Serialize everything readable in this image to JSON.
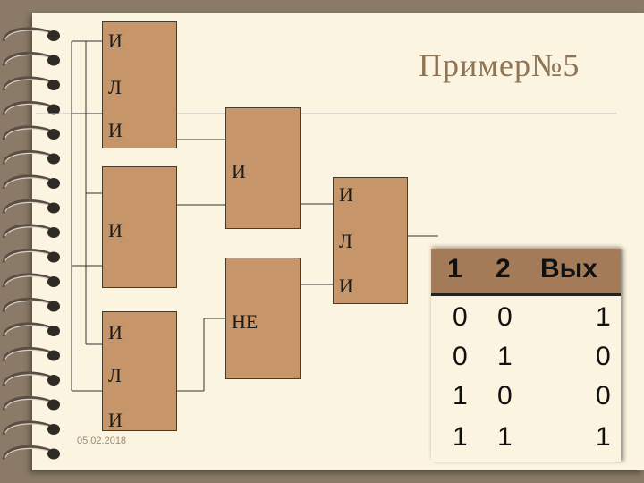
{
  "title": "Пример№5",
  "date": "05.02.2018",
  "gates": [
    {
      "id": "or1",
      "lines": [
        "И",
        "Л",
        "И"
      ]
    },
    {
      "id": "and1",
      "lines": [
        "И"
      ]
    },
    {
      "id": "or2",
      "lines": [
        "И",
        "Л",
        "И"
      ]
    },
    {
      "id": "and2",
      "lines": [
        "И"
      ]
    },
    {
      "id": "not1",
      "lines": [
        "НЕ"
      ]
    },
    {
      "id": "or3",
      "lines": [
        "И",
        "Л",
        "И"
      ]
    }
  ],
  "truth_table": {
    "headers": [
      "1",
      "2",
      "Вых"
    ],
    "rows": [
      [
        "0",
        "0",
        "1"
      ],
      [
        "0",
        "1",
        "0"
      ],
      [
        "1",
        "0",
        "0"
      ],
      [
        "1",
        "1",
        "1"
      ]
    ]
  },
  "colors": {
    "gate_fill": "#c6966a",
    "page": "#fbf4e0",
    "header": "#a37b58",
    "title": "#8c7454"
  }
}
